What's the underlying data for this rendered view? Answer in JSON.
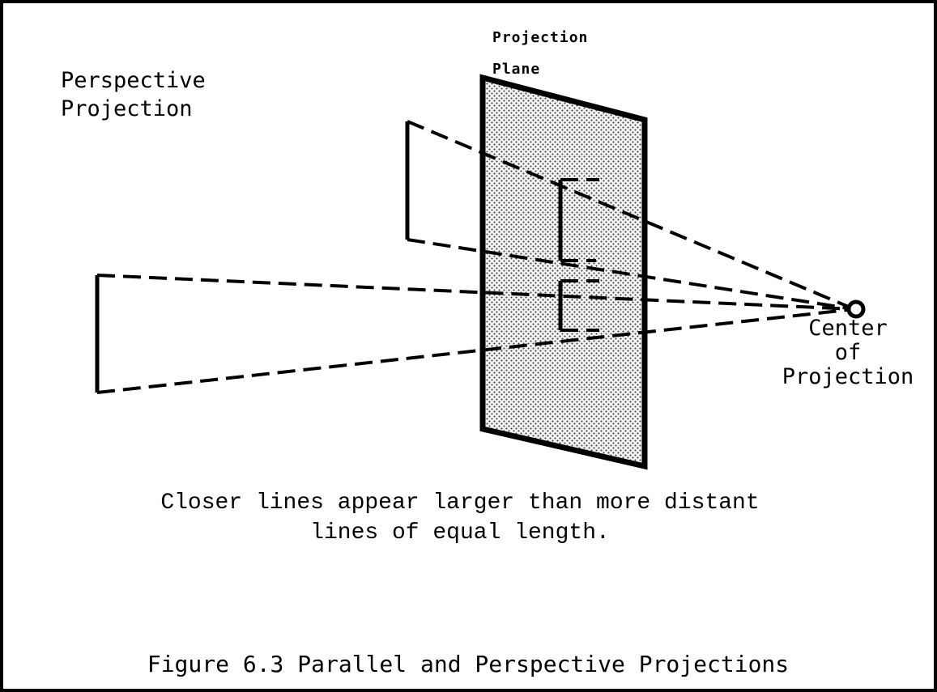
{
  "diagram": {
    "heading_line1": "Perspective",
    "heading_line2": "Projection",
    "plane_label_line1": "Projection",
    "plane_label_line2": "Plane",
    "cop_label_line1": "Center",
    "cop_label_line2": "of",
    "cop_label_line3": "Projection",
    "caption_line1": "Closer lines appear larger than more distant",
    "caption_line2": "lines of equal length.",
    "figure_title": "Figure 6.3 Parallel and Perspective Projections"
  }
}
